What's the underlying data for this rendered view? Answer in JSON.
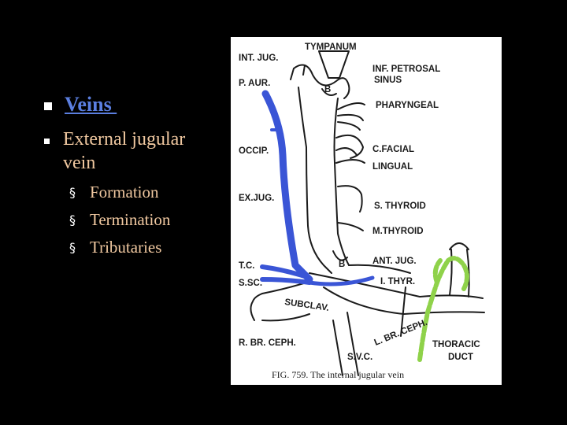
{
  "bullets": {
    "heading": "Veins ",
    "item": "External jugular vein",
    "sub_marker": "§",
    "sub_items": [
      "Formation",
      "Termination",
      "Tributaries"
    ]
  },
  "figure": {
    "labels": {
      "int_jug": "INT. JUG.",
      "tympanum": "TYMPANUM",
      "inf_petrosal_1": "INF. PETROSAL",
      "inf_petrosal_2": "SINUS",
      "p_aur": "P. AUR.",
      "b_top": "B",
      "pharyngeal": "PHARYNGEAL",
      "occip": "OCCIP.",
      "c_facial": "C.FACIAL",
      "lingual": "LINGUAL",
      "ex_jug": "EX.JUG.",
      "s_thyroid": "S. THYROID",
      "m_thyroid": "M.THYROID",
      "ant_jug": "ANT. JUG.",
      "b_bottom": "B",
      "tc": "T.C.",
      "ssc": "S.SC.",
      "i_thyr": "I. THYR.",
      "subclav": "SUBCLAV.",
      "l_br_ceph": "L. BR. CEPH.",
      "r_br_ceph": "R. BR. CEPH.",
      "thoracic_1": "THORACIC",
      "thoracic_2": "DUCT",
      "svc": "S.V.C."
    },
    "caption": "FIG. 759.  The internal jugular vein",
    "colors": {
      "external_jugular": "#3a55d6",
      "thoracic_duct": "#8fd24a",
      "outline": "#1b1b1b"
    }
  }
}
